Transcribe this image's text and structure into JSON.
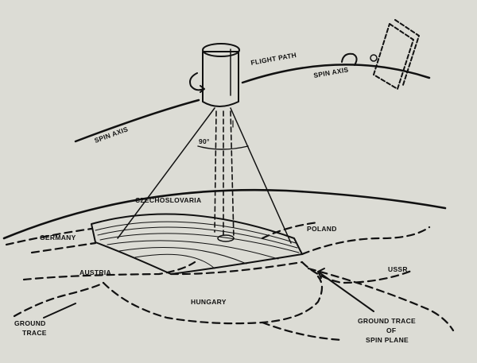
{
  "labels": {
    "flight_path": "FLIGHT PATH",
    "spin_axis_left": "SPIN AXIS",
    "spin_axis_right": "SPIN AXIS",
    "angle": "90°",
    "czechoslovakia": "CZECHOSLOVARIA",
    "germany": "GERMANY",
    "poland": "POLAND",
    "austria": "AUSTRIA",
    "ussr": "USSR",
    "hungary": "HUNGARY",
    "ground_trace_left_1": "GROUND",
    "ground_trace_left_2": "TRACE",
    "ground_trace_right_1": "GROUND TRACE",
    "ground_trace_right_2": "OF",
    "ground_trace_right_3": "SPIN PLANE"
  },
  "colors": {
    "paper": "#dcdcd5",
    "ink": "#111111"
  }
}
